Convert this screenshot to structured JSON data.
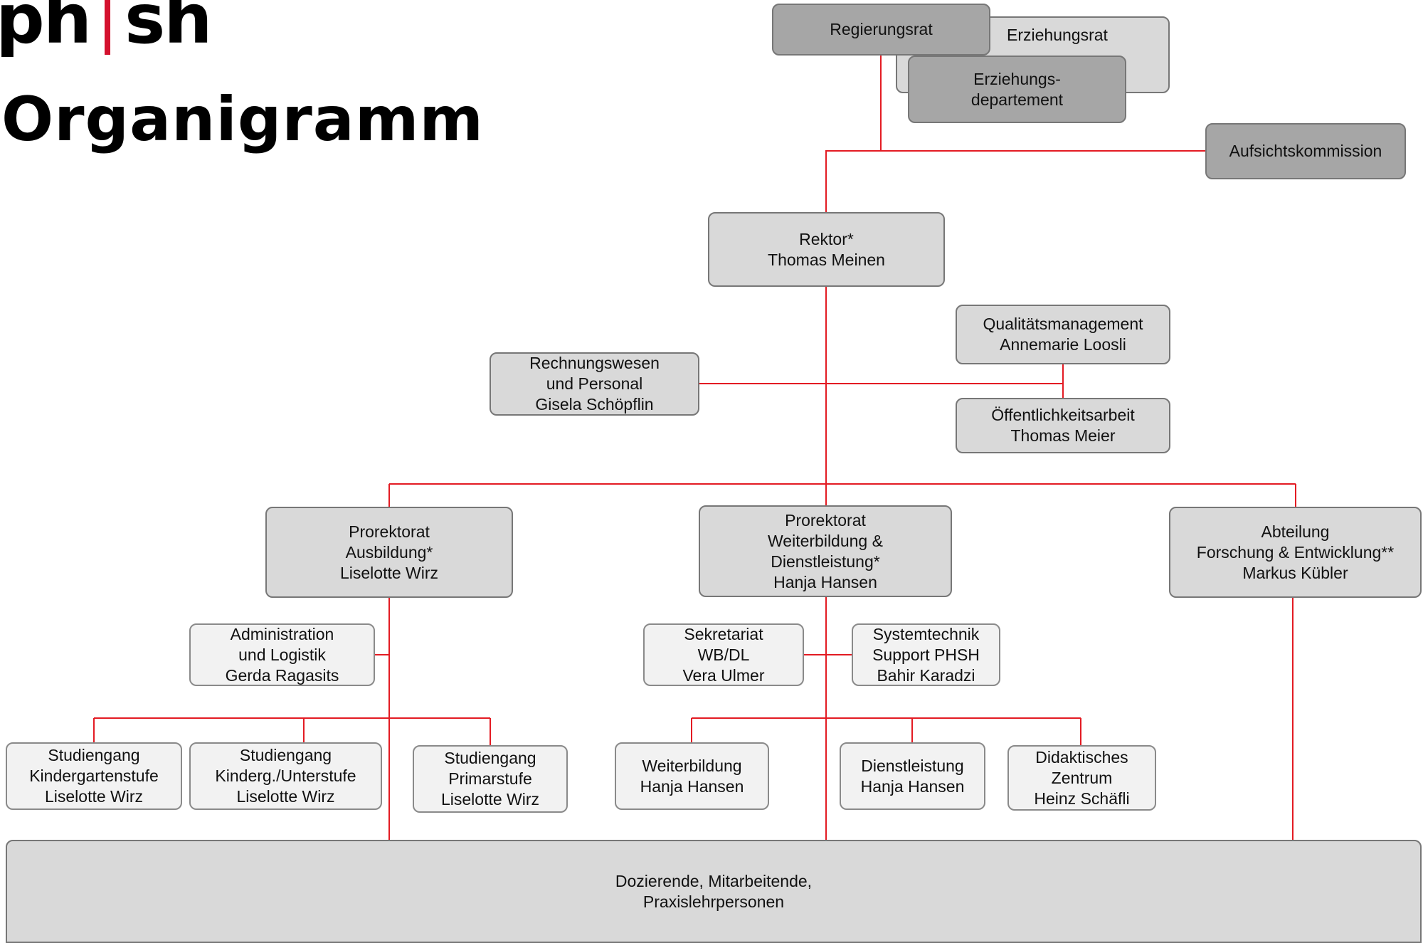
{
  "logo": {
    "left": "ph",
    "right": "sh"
  },
  "title": "Organigramm",
  "boxes": {
    "regierungsrat": "Regierungsrat",
    "erziehungsrat": "Erziehungsrat",
    "erziehungsdepartement": "Erziehungs-\ndepartement",
    "aufsichtskommission": "Aufsichtskommission",
    "rektor": "Rektor*\nThomas Meinen",
    "qualitaetsmanagement": "Qualitätsmanagement\nAnnemarie Loosli",
    "rechnungswesen": "Rechnungswesen\nund Personal\nGisela Schöpflin",
    "oeffentlichkeitsarbeit": "Öffentlichkeitsarbeit\nThomas Meier",
    "prorektorat_ausbildung": "Prorektorat\nAusbildung*\nLiselotte Wirz",
    "prorektorat_weiterbildung": "Prorektorat\nWeiterbildung &\nDienstleistung*\nHanja Hansen",
    "abteilung_forschung": "Abteilung\nForschung & Entwicklung**\nMarkus Kübler",
    "administration": "Administration\nund Logistik\nGerda Ragasits",
    "sekretariat": "Sekretariat\nWB/DL\nVera Ulmer",
    "systemtechnik": "Systemtechnik\nSupport PHSH\nBahir Karadzi",
    "sg_kindergarten": "Studiengang\nKindergartenstufe\nLiselotte Wirz",
    "sg_kinderg_unterstufe": "Studiengang\nKinderg./Unterstufe\nLiselotte Wirz",
    "sg_primarstufe": "Studiengang\nPrimarstufe\nLiselotte Wirz",
    "weiterbildung": "Weiterbildung\nHanja Hansen",
    "dienstleistung": "Dienstleistung\nHanja Hansen",
    "didaktisches_zentrum": "Didaktisches\nZentrum\nHeinz Schäfli",
    "dozierende": "Dozierende, Mitarbeitende,\nPraxislehrpersonen"
  },
  "colors": {
    "line": "#e31b23",
    "dark_box": "#a6a6a6",
    "mid_box": "#d9d9d9",
    "light_box": "#f2f2f2",
    "logo_bar": "#d4122e"
  }
}
